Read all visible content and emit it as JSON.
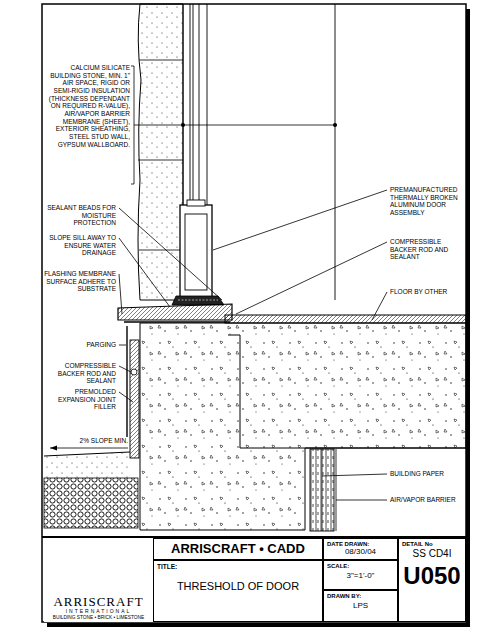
{
  "diagram": {
    "nodes": [
      {
        "text": [
          "ARRISCRAFT",
          "INTERNATIONAL",
          "BUILDING STONE • BRICK • LIMESTONE"
        ]
      },
      {
        "text": [
          "ARRISCRAFT • CADD"
        ]
      },
      {
        "text": [
          "TITLE:",
          "THRESHOLD OF DOOR"
        ]
      },
      {
        "text": [
          "DATE DRAWN:",
          "08/30/04"
        ]
      },
      {
        "text": [
          "SCALE:",
          "3\"=1'-0\""
        ]
      },
      {
        "text": [
          "DRAWN BY:",
          "LPS"
        ]
      },
      {
        "text": [
          "DETAIL No",
          "SS CD4I",
          "U050"
        ]
      }
    ],
    "labels": [
      "CALCIUM SILICATE BUILDING STONE, MIN. 1\" AIR SPACE, RIGID OR SEMI-RIGID INSULATION (THICKNESS DEPENDANT ON REQUIRED R-VALUE), AIR/VAPOR BARRIER MEMBRANE (SHEET), EXTERIOR SHEATHING, STEEL STUD WALL, GYPSUM WALLBOARD.",
      "SEALANT BEADS FOR MOISTURE PROTECTION",
      "SLOPE SILL AWAY TO ENSURE WATER DRAINAGE",
      "FLASHING MEMBRANE SURFACE ADHERE TO SUBSTRATE",
      "PARGING",
      "COMPRESSIBLE BACKER ROD AND SEALANT",
      "PREMOLDED EXPANSION JOINT FILLER",
      "2% SLOPE MIN.",
      "PREMANUFACTURED THERMALLY BROKEN ALUMINUM DOOR ASSEMBLY",
      "COMPRESSIBLE BACKER ROD AND SEALANT",
      "FLOOR BY OTHER",
      "BUILDING PAPER",
      "AIR/VAPOR BARRIER"
    ]
  }
}
